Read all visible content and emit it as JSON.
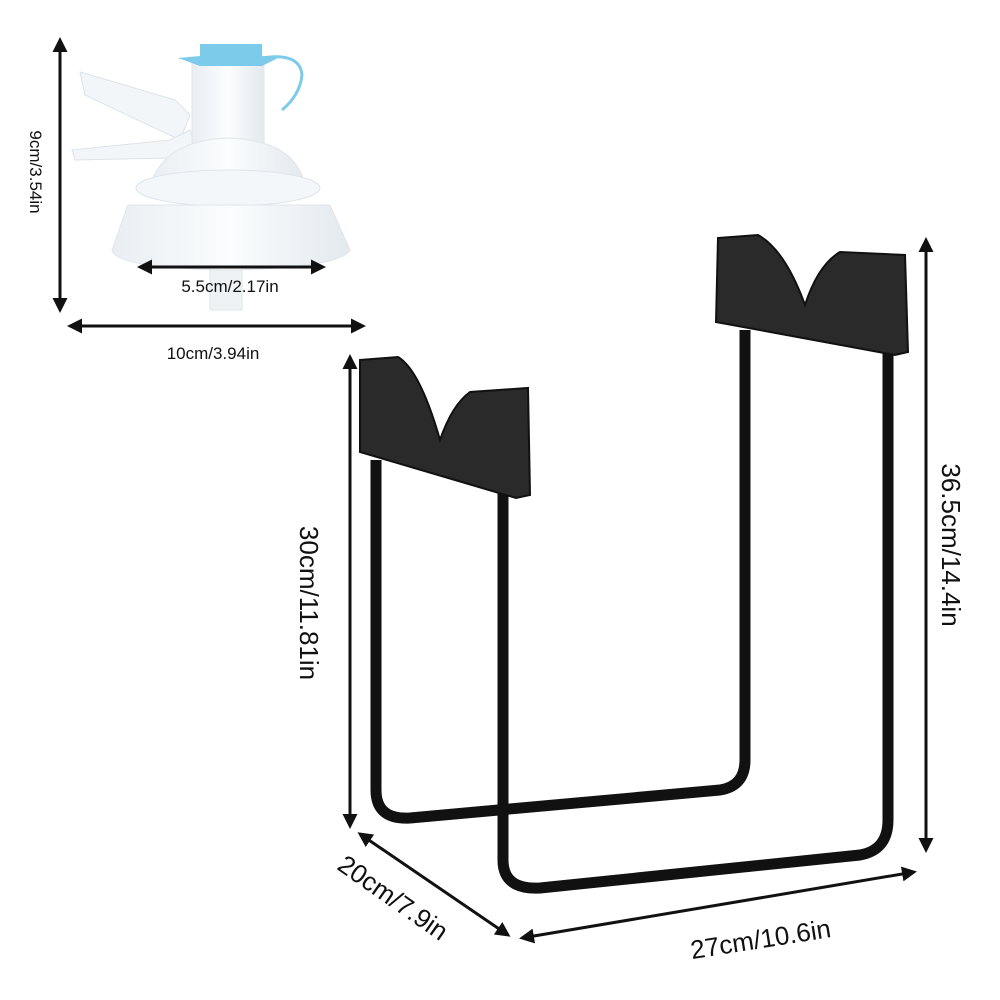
{
  "product": {
    "valve": {
      "height_label": "9cm/3.54in",
      "width_label": "10cm/3.94in",
      "inner_width_label": "5.5cm/2.17in",
      "cap_color": "#7ccbea"
    },
    "stand": {
      "left_height_label": "30cm/11.81in",
      "right_height_label": "36.5cm/14.4in",
      "depth_label": "20cm/7.9in",
      "width_label": "27cm/10.6in",
      "frame_color": "#111111"
    }
  }
}
